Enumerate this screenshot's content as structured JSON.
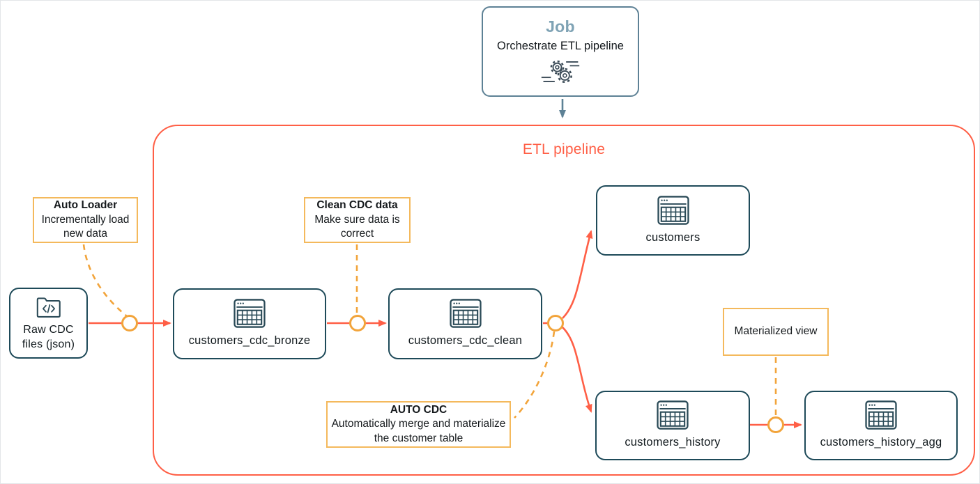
{
  "palette": {
    "coral": "#FF5F46",
    "navy_teal": "#1E4A59",
    "steel_blue": "#5D8195",
    "steel_text": "#7FA3B5",
    "amber_border": "#F4B95C",
    "orange_dash": "#F2A43B",
    "text_dark": "#121A1E"
  },
  "job": {
    "title": "Job",
    "subtitle": "Orchestrate ETL pipeline",
    "icon": "gears-icon"
  },
  "pipeline": {
    "title": "ETL pipeline"
  },
  "nodes": {
    "raw_cdc": {
      "label": "Raw CDC files (json)",
      "icon": "folder-code-icon"
    },
    "bronze": {
      "label": "customers_cdc_bronze",
      "icon": "table-icon"
    },
    "clean": {
      "label": "customers_cdc_clean",
      "icon": "table-icon"
    },
    "customers": {
      "label": "customers",
      "icon": "table-icon"
    },
    "history": {
      "label": "customers_history",
      "icon": "table-icon"
    },
    "history_agg": {
      "label": "customers_history_agg",
      "icon": "table-icon"
    }
  },
  "annotations": {
    "auto_loader": {
      "title": "Auto Loader",
      "body": "Incrementally load new data"
    },
    "clean_cdc": {
      "title": "Clean CDC data",
      "body": "Make sure data is correct"
    },
    "auto_cdc": {
      "title": "AUTO CDC",
      "body": "Automatically merge and materialize the customer table"
    },
    "materialized_view": {
      "body": "Materialized view"
    }
  }
}
